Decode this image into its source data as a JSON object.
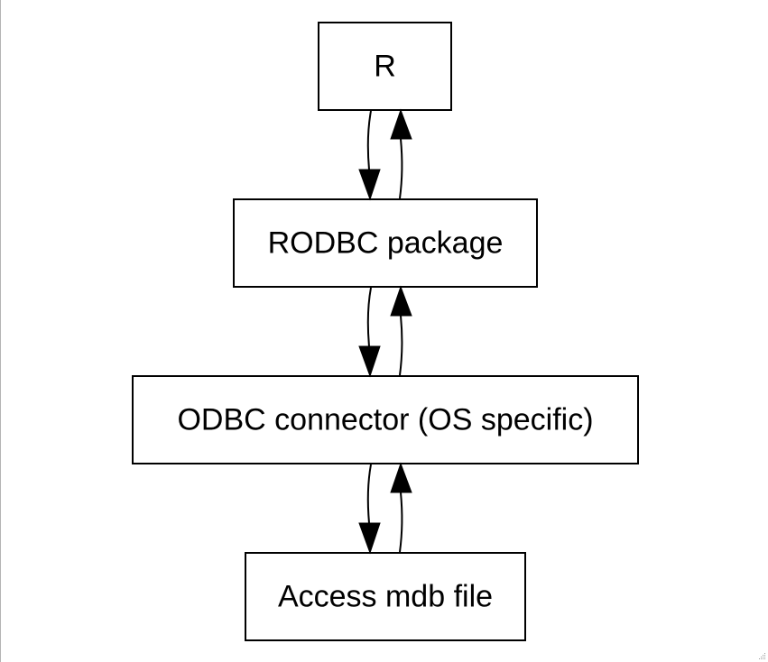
{
  "diagram": {
    "type": "flowchart",
    "nodes": [
      {
        "id": "r",
        "label": "R"
      },
      {
        "id": "rodbc",
        "label": "RODBC package"
      },
      {
        "id": "odbc",
        "label": "ODBC connector (OS specific)"
      },
      {
        "id": "access",
        "label": "Access mdb file"
      }
    ],
    "edges": [
      {
        "from": "r",
        "to": "rodbc"
      },
      {
        "from": "rodbc",
        "to": "r"
      },
      {
        "from": "rodbc",
        "to": "odbc"
      },
      {
        "from": "odbc",
        "to": "rodbc"
      },
      {
        "from": "odbc",
        "to": "access"
      },
      {
        "from": "access",
        "to": "odbc"
      }
    ]
  }
}
